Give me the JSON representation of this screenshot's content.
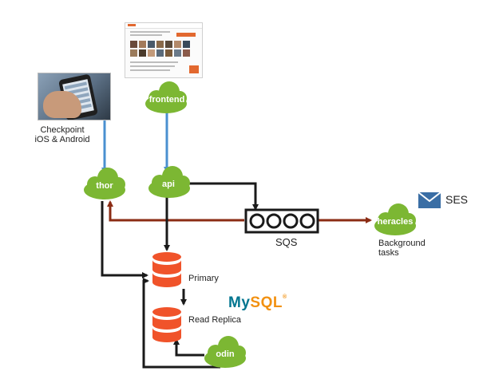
{
  "nodes": {
    "frontend": "frontend",
    "thor": "thor",
    "api": "api",
    "heracles": "heracles",
    "odin": "odin"
  },
  "labels": {
    "checkpoint_line1": "Checkpoint",
    "checkpoint_line2": "iOS & Android",
    "sqs": "SQS",
    "ses": "SES",
    "background_line1": "Background",
    "background_line2": "tasks",
    "primary": "Primary",
    "read_replica": "Read Replica"
  },
  "logos": {
    "mysql_my": "My",
    "mysql_sql": "SQL"
  },
  "colors": {
    "cloud": "#7cb733",
    "database": "#f0532a",
    "arrow_blue": "#4a90d0",
    "arrow_black": "#1a1a1a",
    "arrow_brown": "#8b2c14",
    "ses_blue": "#3a6ea5"
  }
}
